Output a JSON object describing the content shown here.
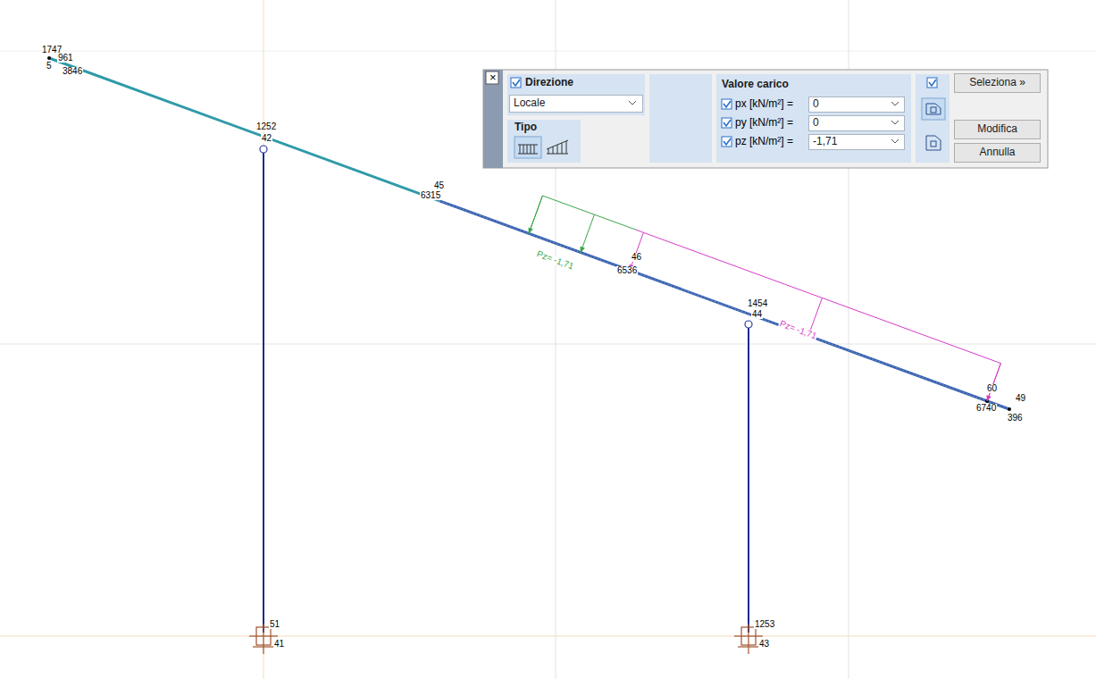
{
  "diagram": {
    "nodes": [
      {
        "text": [
          "Direzione"
        ]
      },
      {
        "text": [
          "Locale"
        ],
        "in": 0
      },
      {
        "text": [
          "Tipo"
        ]
      },
      {
        "text": [
          "Valore carico"
        ]
      },
      {
        "text": [
          "0"
        ],
        "in": 3
      },
      {
        "text": [
          "0"
        ],
        "in": 3
      },
      {
        "text": [
          "-1,71"
        ],
        "in": 3
      },
      {
        "text": [
          "Seleziona »"
        ]
      },
      {
        "text": [
          "Modifica"
        ]
      },
      {
        "text": [
          "Annulla"
        ]
      }
    ],
    "labels": [
      "×",
      "px [kN/m²] =",
      "py [kN/m²] =",
      "pz [kN/m²] =",
      "1747",
      "961",
      "5",
      "3846",
      "1252",
      "42",
      "45",
      "6315",
      "46",
      "6536",
      "1454",
      "44",
      "60",
      "6740",
      "49",
      "396",
      "51",
      "41",
      "1253",
      "43",
      "Pz= -1,71",
      "Pz= -1,71"
    ]
  }
}
